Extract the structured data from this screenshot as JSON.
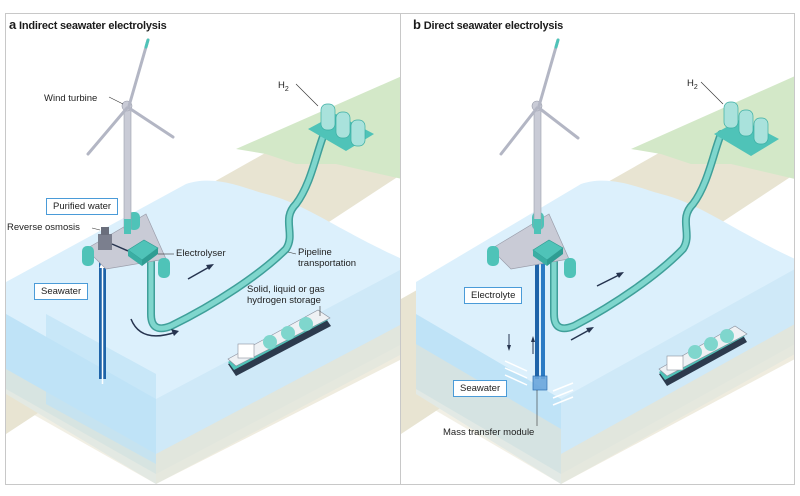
{
  "panels": [
    {
      "letter": "a",
      "title": "Indirect seawater electrolysis",
      "labels": {
        "wind_turbine": "Wind turbine",
        "h2": "H",
        "h2_sub": "2",
        "purified_water": "Purified water",
        "reverse_osmosis": "Reverse osmosis",
        "electrolyser": "Electrolyser",
        "seawater": "Seawater",
        "pipeline_line1": "Pipeline",
        "pipeline_line2": "transportation",
        "storage_line1": "Solid, liquid or gas",
        "storage_line2": "hydrogen storage"
      }
    },
    {
      "letter": "b",
      "title": "Direct seawater electrolysis",
      "labels": {
        "h2": "H",
        "h2_sub": "2",
        "electrolyte": "Electrolyte",
        "seawater": "Seawater",
        "mass_transfer": "Mass transfer module"
      }
    }
  ],
  "colors": {
    "sea_surface": "#dcf0fc",
    "sea_side": "#bfe3f7",
    "sand": "#e8e4d2",
    "land_green": "#d3e8c8",
    "teal": "#4fc3b8",
    "teal_light": "#a9e2dc",
    "steel": "#c9cbd6",
    "deep_blue": "#1e63a8",
    "callout_border": "#4a9bd8",
    "arrow_dark": "#26344f"
  }
}
